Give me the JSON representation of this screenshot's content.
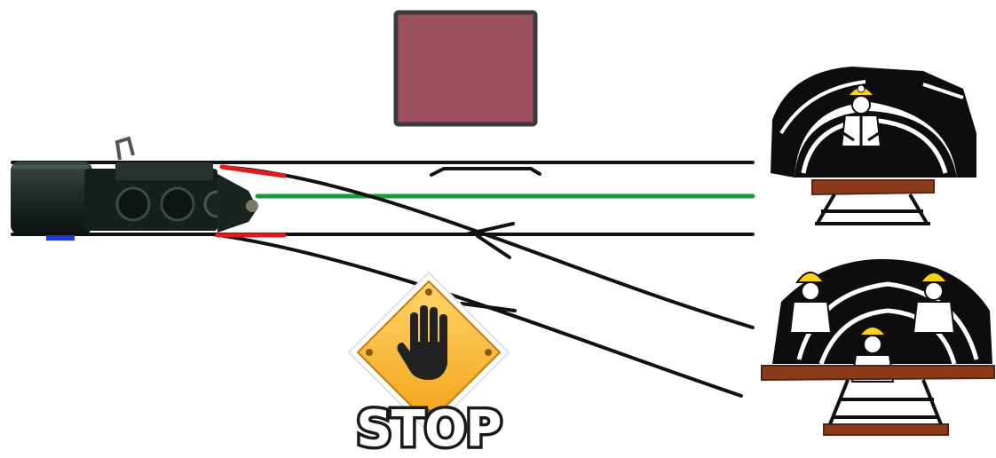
{
  "stop_sign": {
    "label": "STOP",
    "icon": "hand-stop-icon",
    "colors": {
      "face": "#f2a21a",
      "face_light": "#ffd66a",
      "border": "#ffffff",
      "hand": "#222222",
      "text": "#ffffff",
      "text_outline": "#1a1a1a"
    }
  },
  "signal_square": {
    "color": "#9c4f5e",
    "border_color": "#3b3b3b"
  },
  "track": {
    "rail_color": "#111111",
    "selected_route_color": "#1a9a3a",
    "blocked_segment_color": "#e11b1b"
  },
  "locomotive": {
    "icon": "steam-locomotive-icon",
    "body_color": "#1e2a24",
    "marker_color": "#1f3bd6"
  },
  "tunnels": [
    {
      "name": "tunnel-top",
      "workers": 1
    },
    {
      "name": "tunnel-bottom",
      "workers": 3
    }
  ],
  "colors": {
    "tunnel_black": "#0d0d0d",
    "dirt": "#8b3a1c",
    "helmet": "#f7d11e",
    "worker_shirt": "#ffffff"
  }
}
